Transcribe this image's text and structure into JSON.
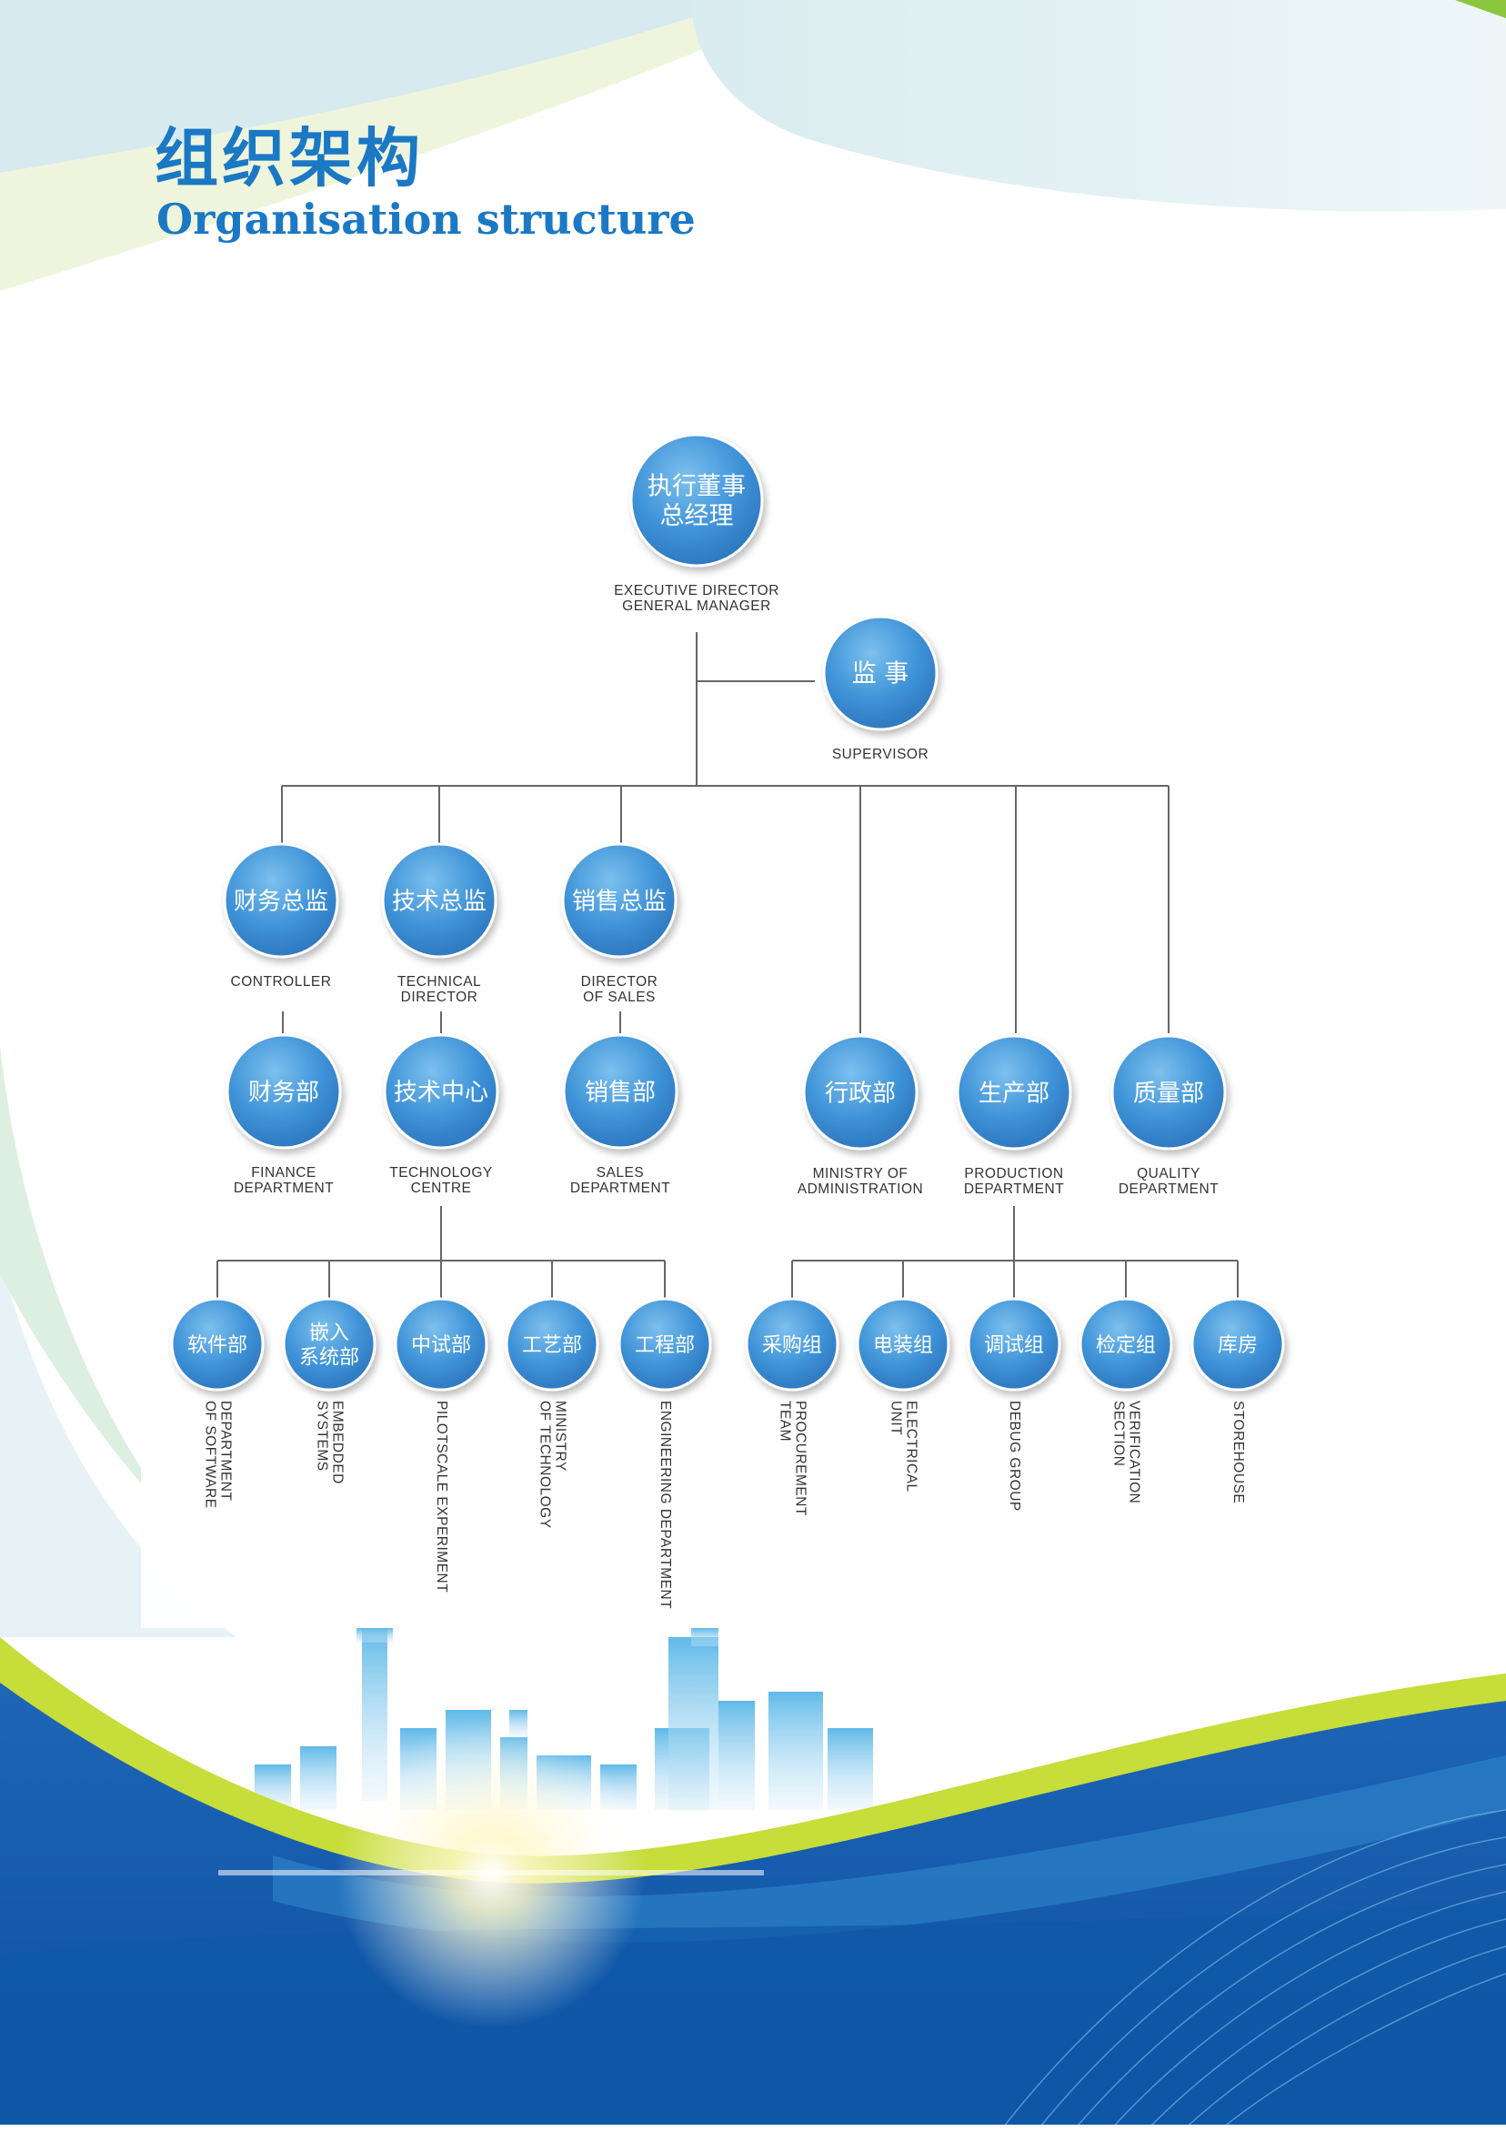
{
  "header": {
    "title_cn": "组织架构",
    "title_en": "Organisation structure"
  },
  "colors": {
    "accent_blue": "#1b78c4",
    "node_blue": "#3a8fd6",
    "green_accent": "#8cc63f"
  },
  "nodes": [
    {
      "id": "exec",
      "cn_lines": [
        "执行董事",
        "总经理"
      ],
      "en_lines": [
        "EXECUTIVE DIRECTOR",
        "GENERAL MANAGER"
      ]
    },
    {
      "id": "supervisor",
      "cn_lines": [
        "监  事"
      ],
      "en_lines": [
        "SUPERVISOR"
      ]
    },
    {
      "id": "controller",
      "cn_lines": [
        "财务总监"
      ],
      "en_lines": [
        "CONTROLLER"
      ]
    },
    {
      "id": "tech-director",
      "cn_lines": [
        "技术总监"
      ],
      "en_lines": [
        "TECHNICAL",
        "DIRECTOR"
      ]
    },
    {
      "id": "sales-director",
      "cn_lines": [
        "销售总监"
      ],
      "en_lines": [
        "DIRECTOR",
        "OF SALES"
      ]
    },
    {
      "id": "finance-dept",
      "cn_lines": [
        "财务部"
      ],
      "en_lines": [
        "FINANCE",
        "DEPARTMENT"
      ]
    },
    {
      "id": "tech-centre",
      "cn_lines": [
        "技术中心"
      ],
      "en_lines": [
        "TECHNOLOGY",
        "CENTRE"
      ]
    },
    {
      "id": "sales-dept",
      "cn_lines": [
        "销售部"
      ],
      "en_lines": [
        "SALES",
        "DEPARTMENT"
      ]
    },
    {
      "id": "admin-dept",
      "cn_lines": [
        "行政部"
      ],
      "en_lines": [
        "MINISTRY OF",
        "ADMINISTRATION"
      ]
    },
    {
      "id": "production-dept",
      "cn_lines": [
        "生产部"
      ],
      "en_lines": [
        "PRODUCTION",
        "DEPARTMENT"
      ]
    },
    {
      "id": "quality-dept",
      "cn_lines": [
        "质量部"
      ],
      "en_lines": [
        "QUALITY",
        "DEPARTMENT"
      ]
    },
    {
      "id": "software-dept",
      "cn_lines": [
        "软件部"
      ],
      "en_lines": [
        "DEPARTMENT",
        "OF SOFTWARE"
      ]
    },
    {
      "id": "embedded",
      "cn_lines": [
        "嵌入",
        "系统部"
      ],
      "en_lines": [
        "EMBEDDED",
        "SYSTEMS"
      ]
    },
    {
      "id": "pilot",
      "cn_lines": [
        "中试部"
      ],
      "en_lines": [
        "PILOTSCALE EXPERIMENT"
      ]
    },
    {
      "id": "craft",
      "cn_lines": [
        "工艺部"
      ],
      "en_lines": [
        "MINISTRY",
        "OF TECHNOLOGY"
      ]
    },
    {
      "id": "engineering",
      "cn_lines": [
        "工程部"
      ],
      "en_lines": [
        "ENGINEERING DEPARTMENT"
      ]
    },
    {
      "id": "procurement",
      "cn_lines": [
        "采购组"
      ],
      "en_lines": [
        "PROCUREMENT",
        "TEAM"
      ]
    },
    {
      "id": "electrical",
      "cn_lines": [
        "电装组"
      ],
      "en_lines": [
        "ELECTRICAL",
        "UNIT"
      ]
    },
    {
      "id": "debug",
      "cn_lines": [
        "调试组"
      ],
      "en_lines": [
        "DEBUG GROUP"
      ]
    },
    {
      "id": "verification",
      "cn_lines": [
        "检定组"
      ],
      "en_lines": [
        "VERIFICATION",
        "SECTION"
      ]
    },
    {
      "id": "storehouse",
      "cn_lines": [
        "库房"
      ],
      "en_lines": [
        "STOREHOUSE"
      ]
    }
  ]
}
